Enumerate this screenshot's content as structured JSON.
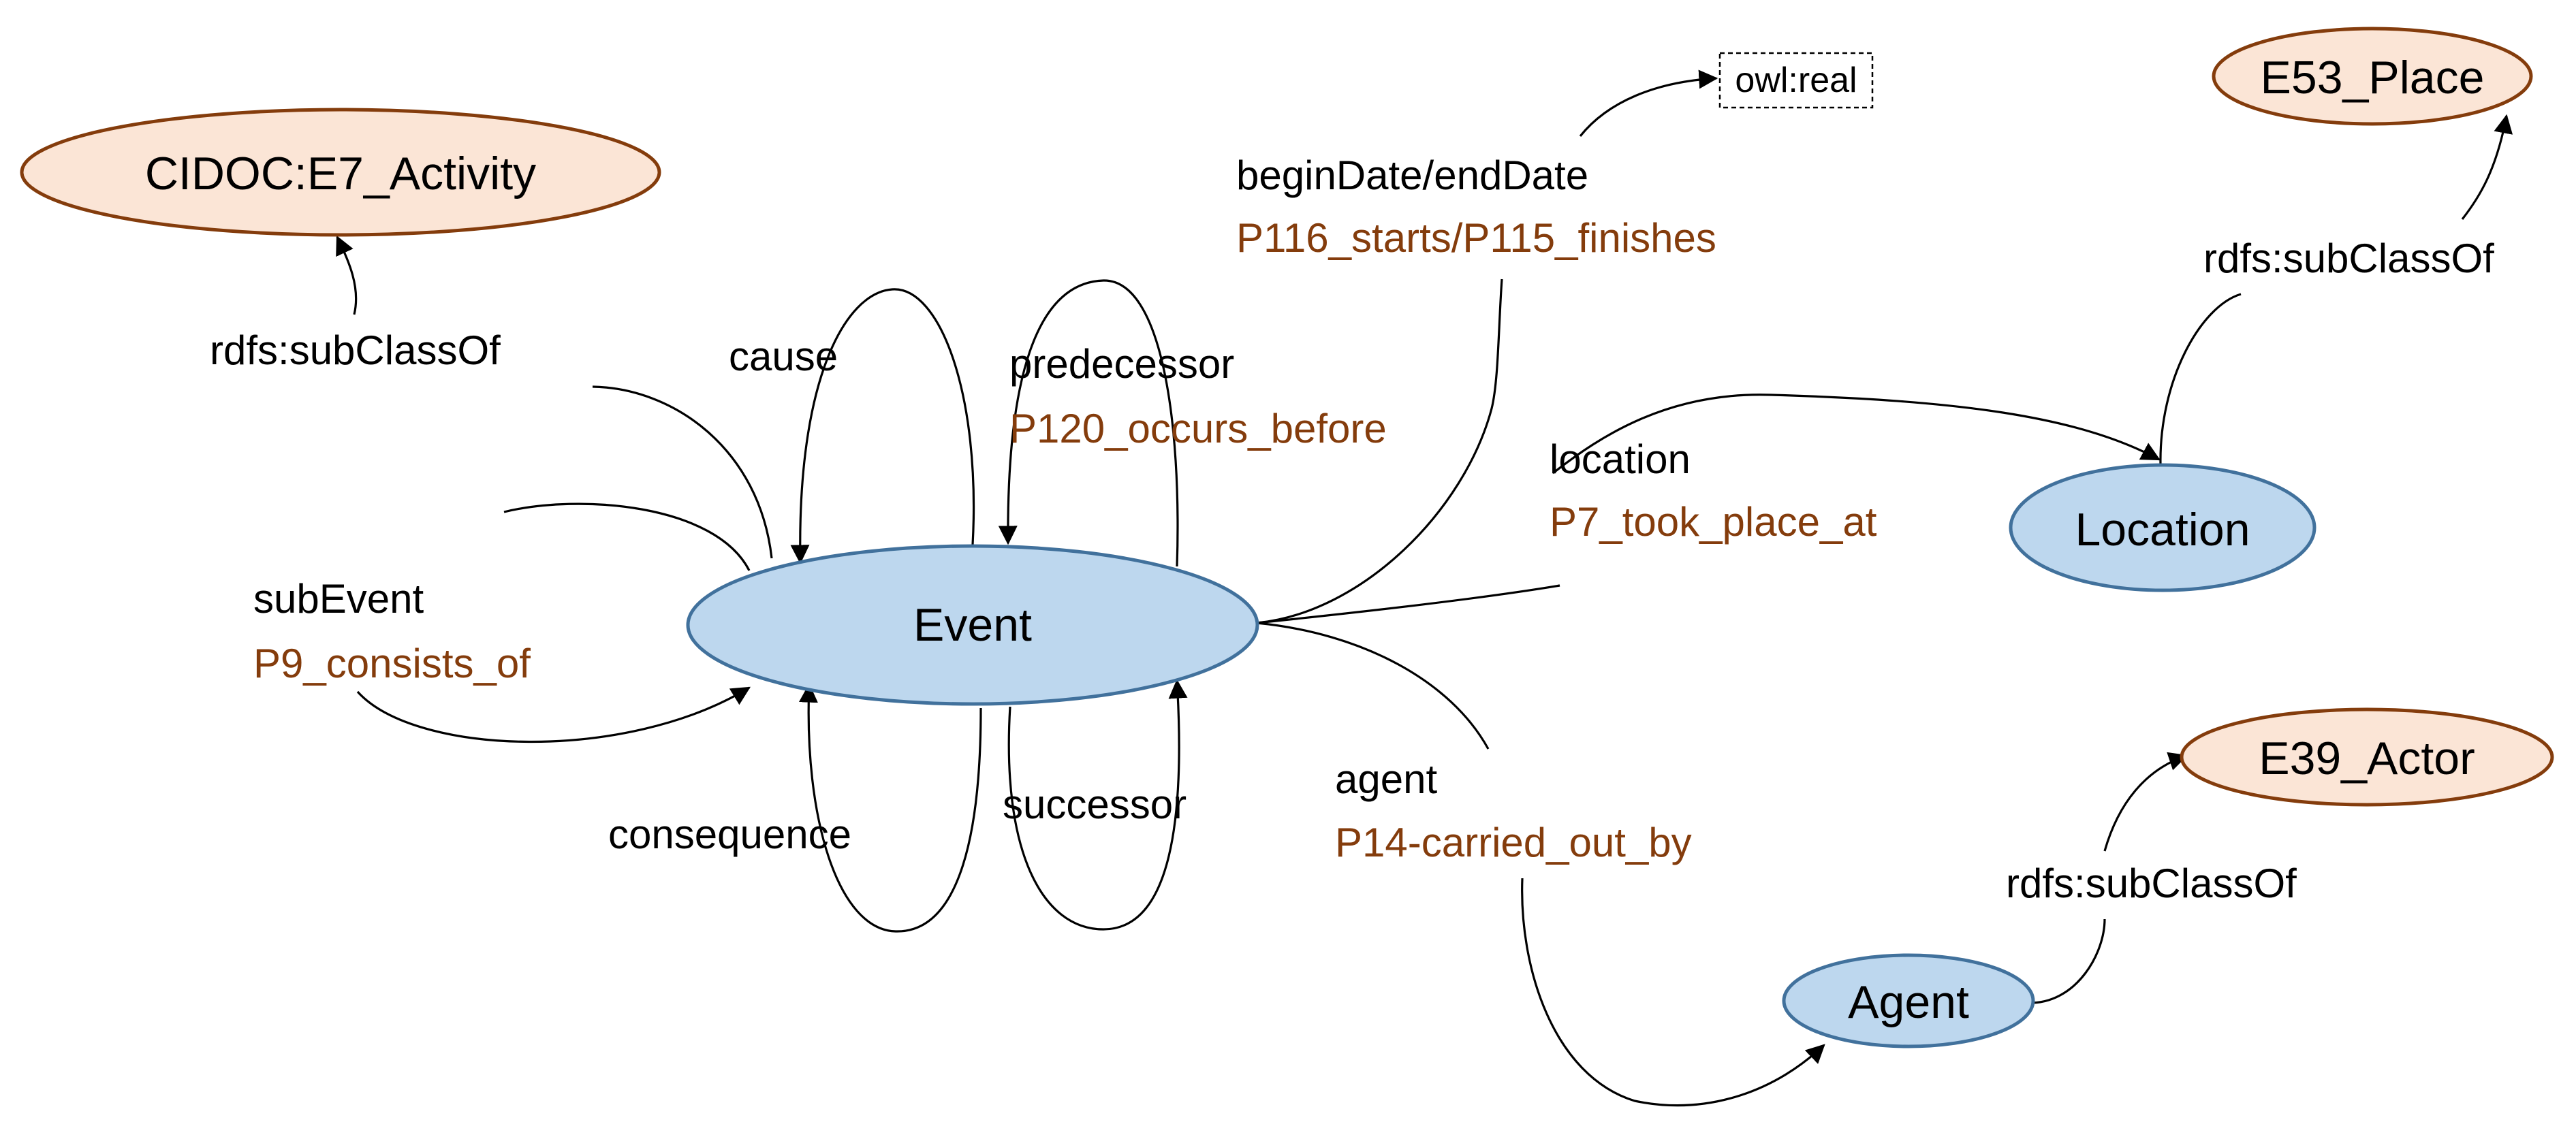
{
  "colors": {
    "class_fill": "#bdd7ee",
    "class_border": "#41719c",
    "cidoc_fill": "#fbe5d6",
    "cidoc_border": "#843c0c",
    "cidoc_text": "#843c0c"
  },
  "nodes": {
    "event": "Event",
    "location": "Location",
    "agent": "Agent",
    "e7_activity": "CIDOC:E7_Activity",
    "e53_place": "E53_Place",
    "e39_actor": "E39_Actor",
    "owl_real": "owl:real"
  },
  "edges": {
    "subclass_activity": {
      "label": "rdfs:subClassOf"
    },
    "subclass_place": {
      "label": "rdfs:subClassOf"
    },
    "subclass_actor": {
      "label": "rdfs:subClassOf"
    },
    "cause": {
      "label": "cause"
    },
    "consequence": {
      "label": "consequence"
    },
    "predecessor": {
      "label": "predecessor",
      "cidoc": "P120_occurs_before"
    },
    "successor": {
      "label": "successor"
    },
    "sub_event": {
      "label": "subEvent",
      "cidoc": "P9_consists_of"
    },
    "dates": {
      "label": "beginDate/endDate",
      "cidoc": "P116_starts/P115_finishes"
    },
    "location": {
      "label": "location",
      "cidoc": "P7_took_place_at"
    },
    "agent": {
      "label": "agent",
      "cidoc": "P14-carried_out_by"
    }
  }
}
